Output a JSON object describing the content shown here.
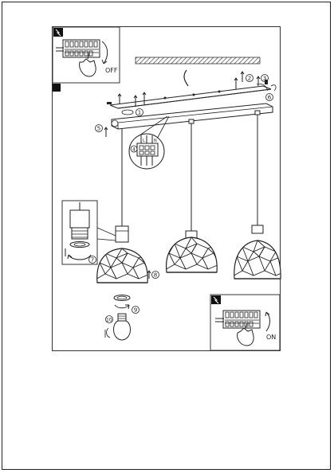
{
  "labels": {
    "off": "OFF",
    "on": "ON",
    "terminal_l": "L",
    "terminal_n": "N"
  },
  "steps": {
    "s1": "1",
    "s2": "2",
    "s3": "3",
    "s4": "4",
    "s5": "5",
    "s6": "6",
    "s7": "7",
    "s8": "8",
    "s9": "9",
    "s10": "10"
  },
  "colors": {
    "ink": "#222222",
    "badge": "#111111",
    "ceiling_hatch": "#444444"
  }
}
